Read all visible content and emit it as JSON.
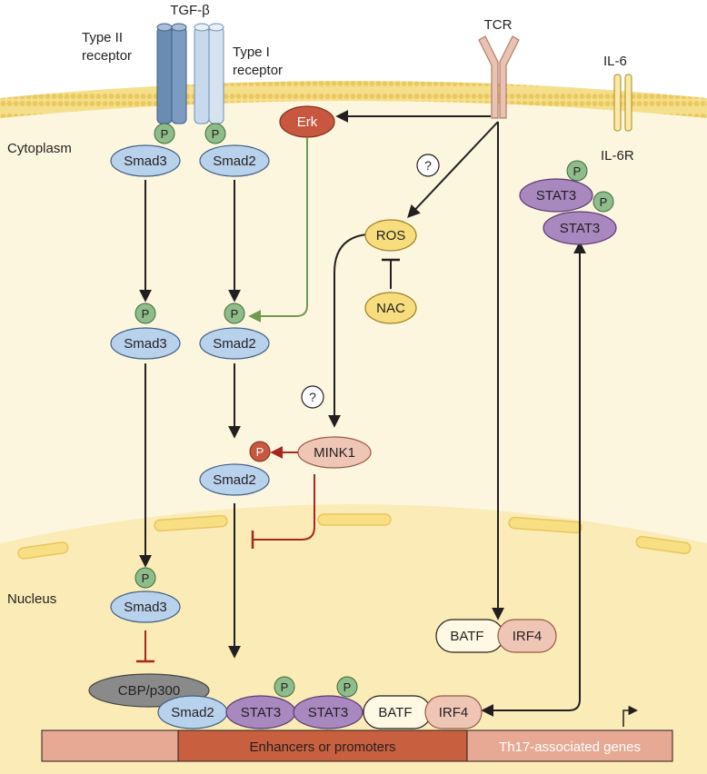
{
  "labels": {
    "tgf_beta": "TGF-β",
    "type2_receptor": [
      "Type II",
      "receptor"
    ],
    "type1_receptor": [
      "Type I",
      "receptor"
    ],
    "tcr": "TCR",
    "il6": "IL-6",
    "il6r": "IL-6R",
    "cytoplasm": "Cytoplasm",
    "nucleus": "Nucleus",
    "unknown_mark": "?"
  },
  "nodes": {
    "p": "P",
    "smad3": "Smad3",
    "smad2": "Smad2",
    "erk": "Erk",
    "ros": "ROS",
    "nac": "NAC",
    "mink1": "MINK1",
    "stat3": "STAT3",
    "batf": "BATF",
    "irf4": "IRF4",
    "cbp_p300": "CBP/p300"
  },
  "dna": {
    "left": "",
    "middle": "Enhancers or promoters",
    "right": "Th17-associated genes"
  },
  "colors": {
    "membrane": "#f6df8a",
    "cytoplasm": "#fdf6de",
    "nucleus": "#fbebb6",
    "smad": "#b9d2ec",
    "phospho": "#8fbc8b",
    "phospho_red": "#c8573f",
    "stat3": "#a987bf",
    "erk": "#c8573f",
    "ros": "#f7dd7e",
    "mink1": "#efc5b6",
    "batf": "#fff8e3",
    "irf4": "#efc5b6",
    "cbp": "#8a8a8a",
    "arrow_black": "#231f20",
    "arrow_green": "#6f9a4f",
    "arrow_red": "#a7261f"
  }
}
